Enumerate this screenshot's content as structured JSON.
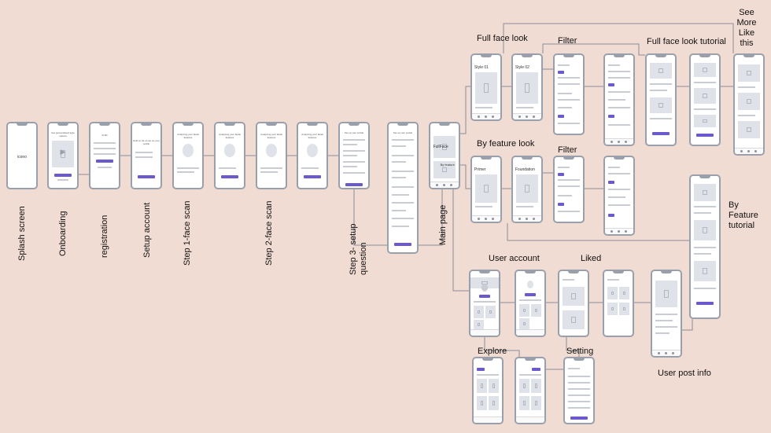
{
  "labels": {
    "splash": "Splash screen",
    "onboarding": "Onboarding",
    "registration": "registration",
    "setup_account": "Setup account",
    "step1": "Step 1-face scan",
    "step2": "Step 2-face scan",
    "step3": "Step 3- setup question",
    "main_page": "Main page",
    "full_face_look": "Full face look",
    "filter_top": "Filter",
    "full_face_tutorial": "Full face look tutorial",
    "see_more": "See More Like this",
    "by_feature_look": "By feature look",
    "filter_mid": "Filter",
    "by_feature_tutorial": "By Feature tutorial",
    "user_account": "User account",
    "liked": "Liked",
    "explore": "Explore",
    "setting": "Setting",
    "user_post_info": "User post info"
  },
  "screens": {
    "splash_logo": "icono",
    "onboarding_text": "Get personalised style options",
    "registration_title": "AUID",
    "setup_text": "Hold on let us set up your profile",
    "scan_text": "Analyzing your facial features",
    "q_title": "Set up your profile",
    "main_full": "FullFace",
    "main_feature": "By feature",
    "style1": "Style 01",
    "style2": "Style 02",
    "primer": "Primer",
    "foundation": "Foundation"
  },
  "colors": {
    "background": "#f1dcd4",
    "accent": "#6a5acd",
    "wire": "#8a8d96",
    "phone_border": "#9aa0ab"
  }
}
